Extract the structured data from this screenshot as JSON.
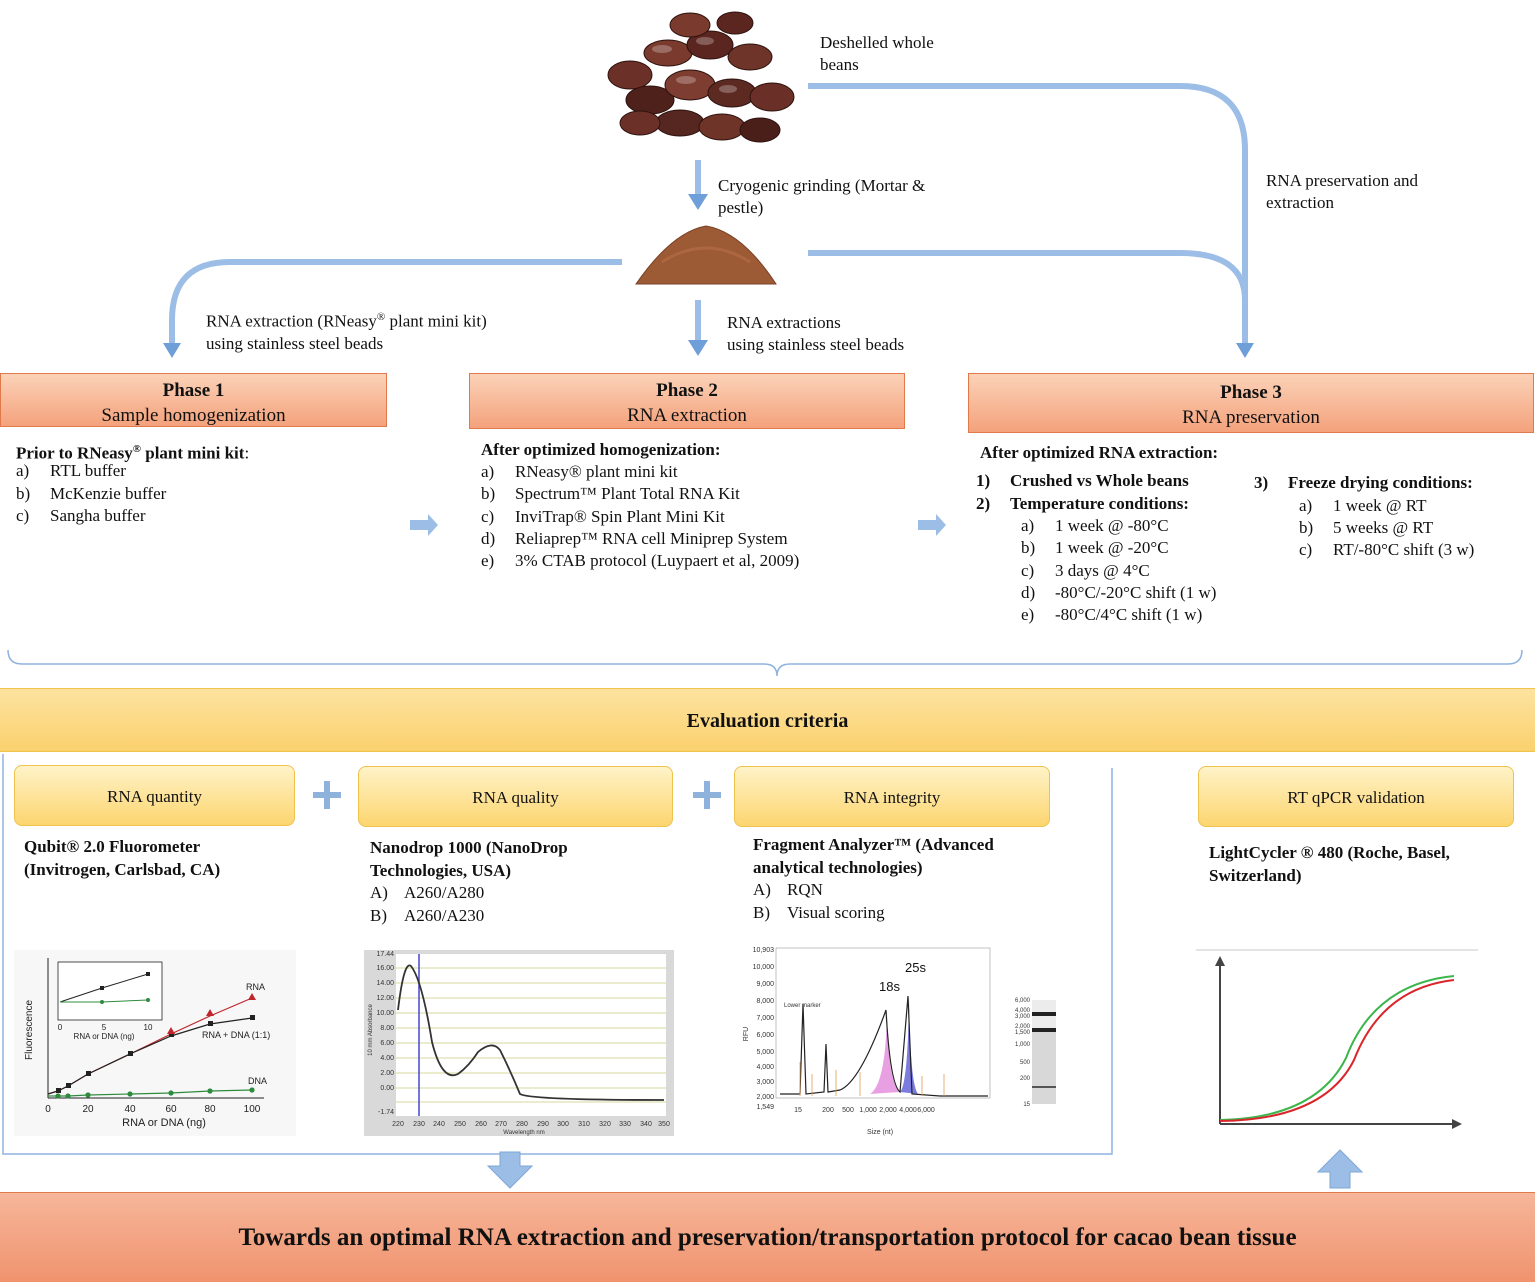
{
  "top": {
    "beans_label": "Deshelled whole beans",
    "grinding_label": "Cryogenic grinding (Mortar & pestle)",
    "preservation_label": "RNA preservation and extraction",
    "left_arrow_label_1": "RNA extraction (RNeasy",
    "left_arrow_label_1b": " plant mini kit)",
    "left_arrow_label_2": "using stainless steel beads",
    "mid_arrow_label_1": "RNA extractions",
    "mid_arrow_label_2": "using stainless steel beads",
    "reg": "®"
  },
  "phase1": {
    "title": "Phase 1",
    "subtitle": "Sample homogenization",
    "heading_a": "Prior to RNeasy",
    "heading_b": " plant mini kit",
    "heading_c": ":",
    "items": [
      {
        "k": "a)",
        "v": "RTL buffer"
      },
      {
        "k": "b)",
        "v": "McKenzie buffer"
      },
      {
        "k": "c)",
        "v": "Sangha buffer"
      }
    ]
  },
  "phase2": {
    "title": "Phase 2",
    "subtitle": "RNA extraction",
    "heading": "After optimized homogenization:",
    "items": [
      {
        "k": "a)",
        "v": "RNeasy® plant mini kit"
      },
      {
        "k": "b)",
        "v": "Spectrum™ Plant Total RNA Kit"
      },
      {
        "k": "c)",
        "v": "InviTrap® Spin Plant Mini Kit"
      },
      {
        "k": "d)",
        "v": "Reliaprep™ RNA cell Miniprep System"
      },
      {
        "k": "e)",
        "v": "3% CTAB protocol (Luypaert et al, 2009)"
      }
    ]
  },
  "phase3": {
    "title": "Phase 3",
    "subtitle": "RNA preservation",
    "heading": "After optimized RNA extraction:",
    "g1": {
      "k": "1)",
      "v": "Crushed vs Whole beans"
    },
    "g2": {
      "k": "2)",
      "v": "Temperature conditions:"
    },
    "g2_items": [
      {
        "k": "a)",
        "v": "1 week @ -80°C"
      },
      {
        "k": "b)",
        "v": "1 week @ -20°C"
      },
      {
        "k": "c)",
        "v": "3 days @ 4°C"
      },
      {
        "k": "d)",
        "v": "-80°C/-20°C shift (1 w)"
      },
      {
        "k": "e)",
        "v": "-80°C/4°C shift (1 w)"
      }
    ],
    "g3": {
      "k": "3)",
      "v": "Freeze drying conditions:"
    },
    "g3_items": [
      {
        "k": "a)",
        "v": "1 week @ RT"
      },
      {
        "k": "b)",
        "v": "5 weeks @ RT"
      },
      {
        "k": "c)",
        "v": "RT/-80°C shift (3 w)"
      }
    ]
  },
  "evaluation": {
    "title": "Evaluation criteria",
    "quantity": {
      "label": "RNA quantity",
      "instrument_1": "Qubit® 2.0 Fluorometer",
      "instrument_2": "(Invitrogen, Carlsbad, CA)"
    },
    "quality": {
      "label": "RNA quality",
      "instrument_1": "Nanodrop 1000 (NanoDrop",
      "instrument_2": "Technologies, USA)",
      "items": [
        {
          "k": "A)",
          "v": "A260/A280"
        },
        {
          "k": "B)",
          "v": "A260/A230"
        }
      ]
    },
    "integrity": {
      "label": "RNA integrity",
      "instrument_1": "Fragment Analyzer™ (Advanced",
      "instrument_2": "analytical technologies)",
      "items": [
        {
          "k": "A)",
          "v": "RQN"
        },
        {
          "k": "B)",
          "v": "Visual scoring"
        }
      ]
    },
    "validation": {
      "label": "RT qPCR validation",
      "instrument_1": "LightCycler ®  480 (Roche, Basel,",
      "instrument_2": "Switzerland)"
    },
    "plus": "+"
  },
  "conclusion": "Towards an optimal RNA extraction and preservation/transportation protocol for cacao bean tissue",
  "charts": {
    "fluor": {
      "ylabel": "Fluorescence",
      "xlabel": "RNA or DNA (ng)",
      "inset_xlabel": "RNA or DNA (ng)",
      "ticks": [
        "0",
        "20",
        "40",
        "60",
        "80",
        "100"
      ],
      "inset_ticks": [
        "0",
        "5",
        "10"
      ],
      "series_rna": "RNA",
      "series_mix": "RNA + DNA (1:1)",
      "series_dna": "DNA"
    },
    "nanodrop": {
      "ylabel": "10 mm Absorbance",
      "xlabel": "Wavelength nm",
      "yticks": [
        "17.44",
        "16.00",
        "14.00",
        "12.00",
        "10.00",
        "8.00",
        "6.00",
        "4.00",
        "2.00",
        "0.00",
        "-1.74"
      ],
      "xticks": [
        "220",
        "230",
        "240",
        "250",
        "260",
        "270",
        "280",
        "290",
        "300",
        "310",
        "320",
        "330",
        "340",
        "350"
      ]
    },
    "fragment": {
      "ylabel": "RFU",
      "xlabel": "Size (nt)",
      "peak_18s": "18s",
      "peak_25s": "25s",
      "lower_marker": "Lower marker",
      "yticks": [
        "10,903",
        "10,000",
        "9,000",
        "8,000",
        "7,000",
        "6,000",
        "5,000",
        "4,000",
        "3,000",
        "2,000",
        "1,549"
      ],
      "xticks": [
        "15",
        "200",
        "500",
        "1,000",
        "2,000",
        "4,000",
        "6,000"
      ],
      "gel_ticks": [
        "6,000",
        "4,000",
        "3,000",
        "2,000",
        "1,500",
        "1,000",
        "500",
        "200",
        "15"
      ]
    },
    "qpcr_colors": {
      "green": "#3cb54a",
      "red": "#d9262b"
    }
  }
}
